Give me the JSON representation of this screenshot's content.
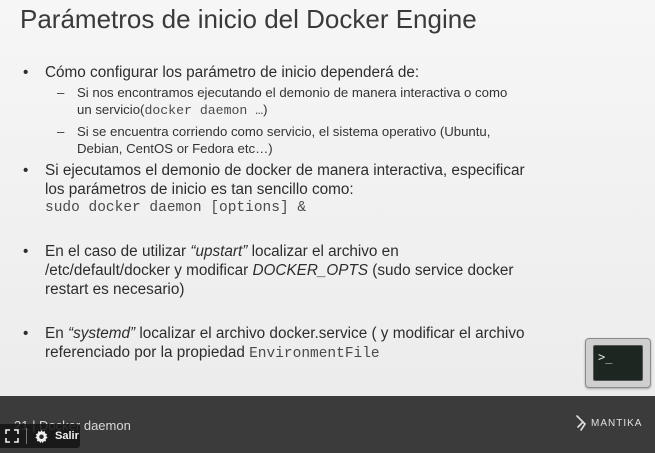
{
  "slide": {
    "title": "Parámetros de inicio del Docker Engine",
    "bullet1": {
      "text": "Cómo configurar los parámetro de inicio dependerá de:"
    },
    "sub1": {
      "line1": "Si nos encontramos ejecutando el demonio de manera interactiva o como",
      "line2_text": "un servicio(",
      "line2_code": "docker daemon …",
      "line2_end": ")"
    },
    "sub2": {
      "line1": "Si se encuentra corriendo como servicio, el sistema operativo (Ubuntu,",
      "line2": "Debian, CentOS or Fedora etc…)"
    },
    "bullet2": {
      "line1": "Si ejecutamos el demonio de docker de manera interactiva, especificar",
      "line2": "los parámetros de inicio es tan sencillo como:",
      "code": "sudo docker daemon [options] &"
    },
    "bullet3": {
      "p1": "En el caso de utilizar ",
      "upstart": "“upstart”",
      "p2": " localizar el archivo en",
      "l2a": "/etc/default/docker y modificar ",
      "opts": "DOCKER_OPTS",
      "l2b": " (sudo service docker",
      "l3": "restart es necesario)"
    },
    "bullet4": {
      "p1": "En ",
      "systemd": "“systemd”",
      "p2": " localizar el archivo docker.service ( y modificar el archivo",
      "l2": "referenciado por la propiedad ",
      "code": "EnvironmentFile"
    },
    "terminal_prompt": ">_"
  },
  "footer": {
    "text": "21 | Docker daemon",
    "brand": "MANTIKA"
  },
  "player": {
    "exit_label": "Salir",
    "icons": [
      "fullscreen-icon",
      "gear-icon"
    ]
  }
}
